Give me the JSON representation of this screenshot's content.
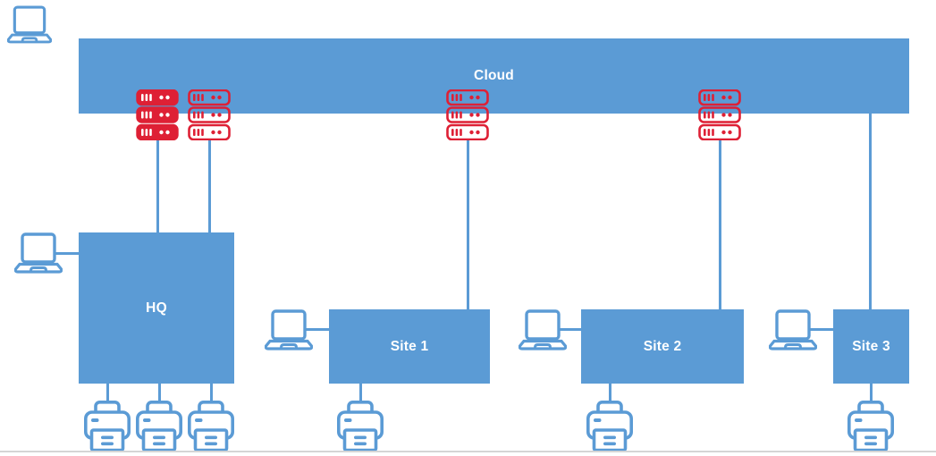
{
  "diagram": {
    "cloud": {
      "label": "Cloud"
    },
    "sites": {
      "hq": {
        "label": "HQ",
        "server_stacks": 2,
        "laptops": 1,
        "printers": 3
      },
      "site1": {
        "label": "Site 1",
        "server_stacks": 1,
        "laptops": 1,
        "printers": 1
      },
      "site2": {
        "label": "Site 2",
        "server_stacks": 1,
        "laptops": 1,
        "printers": 1
      },
      "site3": {
        "label": "Site 3",
        "server_stacks": 0,
        "laptops": 1,
        "printers": 1
      }
    },
    "icons": {
      "server": "server-rack-icon",
      "laptop": "laptop-icon",
      "printer": "printer-icon"
    },
    "colors": {
      "node_blue": "#5b9bd5",
      "server_red": "#de2035",
      "label_text": "#ffffff",
      "baseline_gray": "#d5d5d5"
    }
  }
}
